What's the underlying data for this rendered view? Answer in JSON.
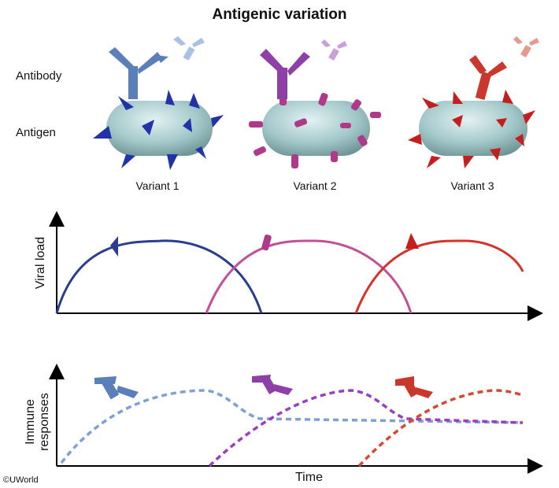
{
  "title": "Antigenic variation",
  "row_labels": {
    "antibody": "Antibody",
    "antigen": "Antigen"
  },
  "variants": [
    {
      "label": "Variant 1",
      "color": "#2a3d8f",
      "spike": "#2233aa",
      "antibody": "#5b7fb8",
      "antibody_light": "#a9c1e4"
    },
    {
      "label": "Variant 2",
      "color": "#c24f9a",
      "spike": "#b03a8a",
      "antibody": "#8e3fa8",
      "antibody_light": "#c9a0db"
    },
    {
      "label": "Variant 3",
      "color": "#d7322a",
      "spike": "#c41e1e",
      "antibody": "#c9372d",
      "antibody_light": "#e49a8f"
    }
  ],
  "chart1": {
    "ylabel": "Viral load"
  },
  "chart2": {
    "ylabel": "Immune responses",
    "xlabel": "Time"
  },
  "colors": {
    "body_fill": "#9fc4c6",
    "immune_blue": "#7fa0d4",
    "immune_purple": "#9b3fc2",
    "immune_red": "#d44a35"
  },
  "copyright": "©UWorld"
}
